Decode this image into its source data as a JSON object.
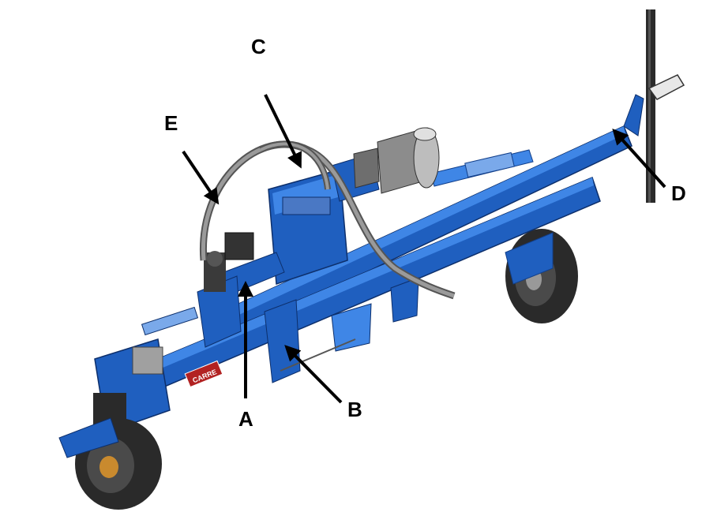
{
  "diagram": {
    "labels": {
      "a": "A",
      "b": "B",
      "c": "C",
      "d": "D",
      "e": "E"
    },
    "brand_logo": "CARRE",
    "colors": {
      "frame": "#1f5fbf",
      "frame_dark": "#123f8a",
      "frame_light": "#3f86e6",
      "tire": "#2a2a2a",
      "hose": "#8a8a8a",
      "arrow": "#000000"
    }
  }
}
